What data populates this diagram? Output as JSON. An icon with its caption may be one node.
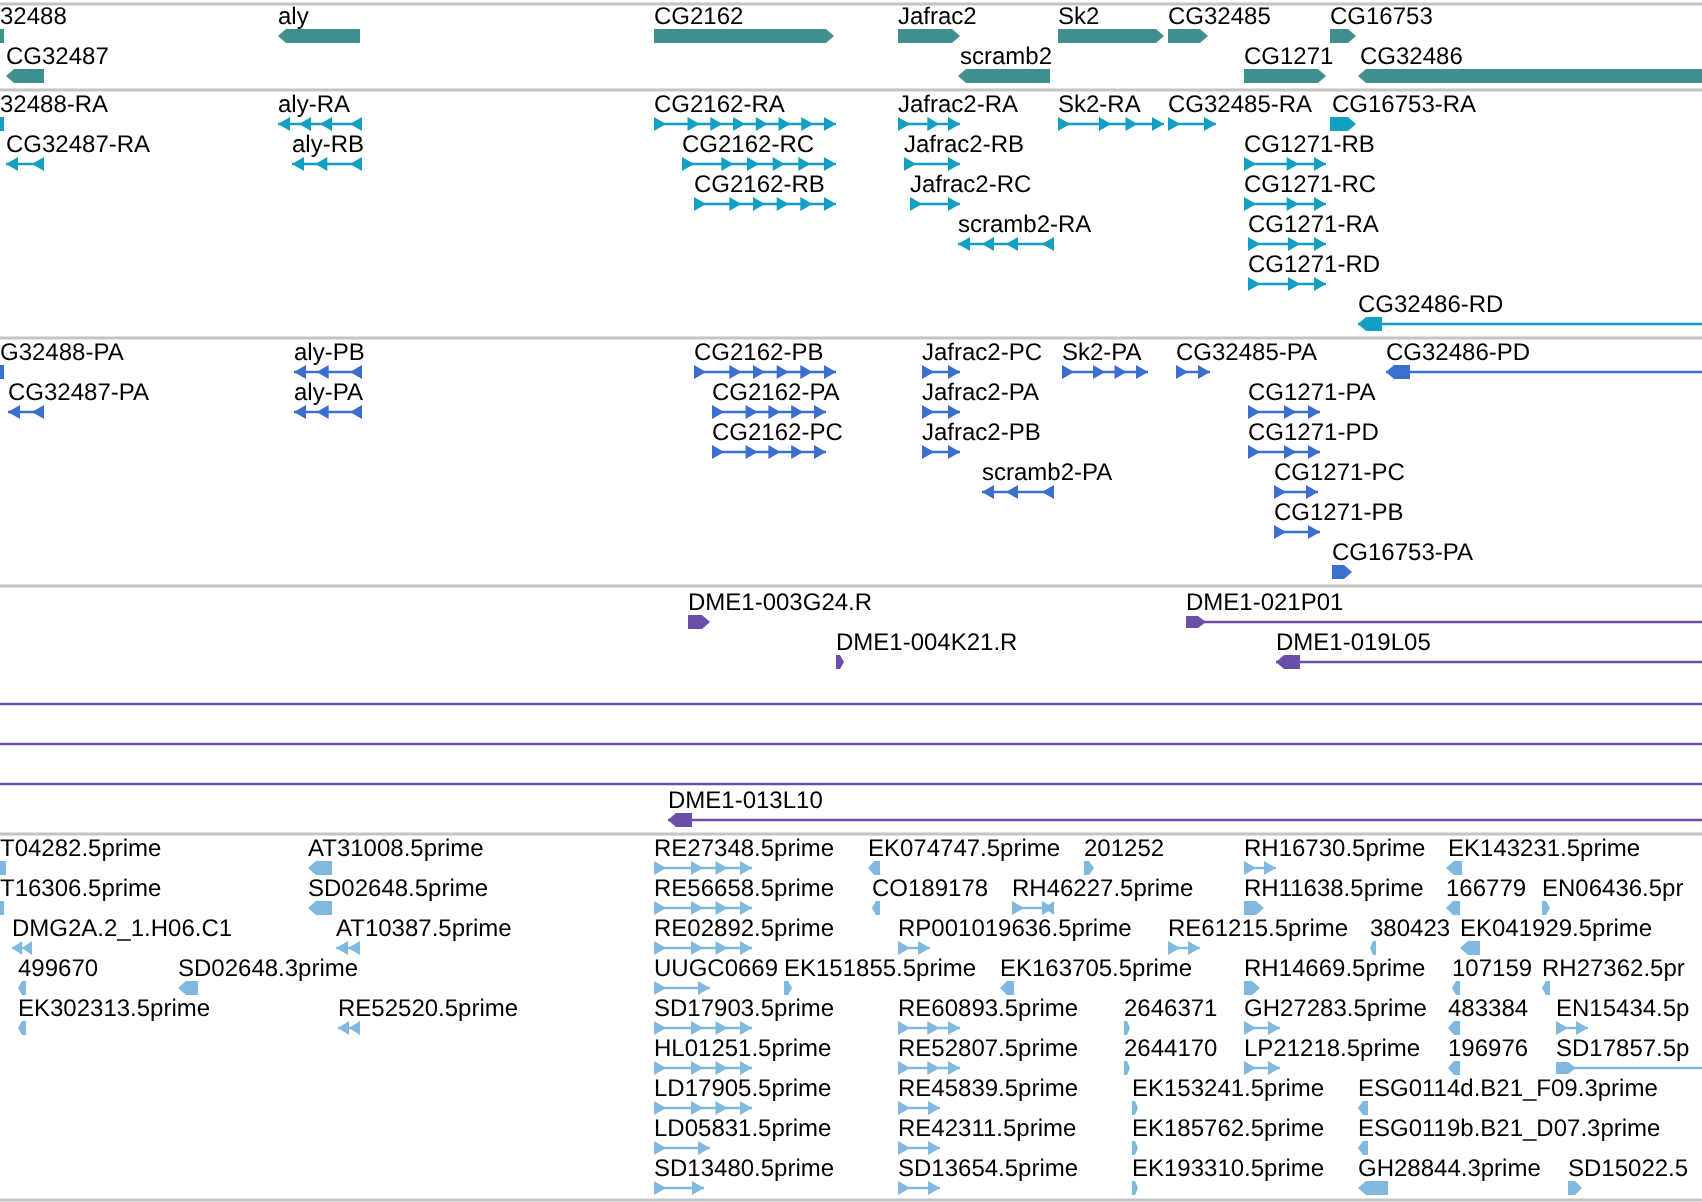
{
  "diagram": {
    "labels": [
      "32488",
      "aly",
      "CG2162",
      "Jafrac2",
      "Sk2",
      "CG32485",
      "CG16753",
      "CG32487",
      "scramb2",
      "CG1271",
      "CG32486",
      "32488-RA",
      "aly-RA",
      "CG2162-RA",
      "Jafrac2-RA",
      "Sk2-RA",
      "CG32485-RA",
      "CG16753-RA",
      "CG32487-RA",
      "aly-RB",
      "CG2162-RC",
      "Jafrac2-RB",
      "CG1271-RB",
      "CG2162-RB",
      "Jafrac2-RC",
      "CG1271-RC",
      "scramb2-RA",
      "CG1271-RA",
      "CG1271-RD",
      "CG32486-RD",
      "G32488-PA",
      "aly-PB",
      "CG2162-PB",
      "Jafrac2-PC",
      "Sk2-PA",
      "CG32485-PA",
      "CG32486-PD",
      "CG32487-PA",
      "aly-PA",
      "CG2162-PA",
      "Jafrac2-PA",
      "CG1271-PA",
      "CG2162-PC",
      "Jafrac2-PB",
      "CG1271-PD",
      "scramb2-PA",
      "CG1271-PC",
      "CG1271-PB",
      "CG16753-PA",
      "DME1-003G24.R",
      "DME1-021P01",
      "DME1-004K21.R",
      "DME1-019L05",
      "DME1-013L10",
      "T04282.5prime",
      "AT31008.5prime",
      "RE27348.5prime",
      "EK074747.5prime",
      "201252",
      "RH16730.5prime",
      "EK143231.5prime",
      "T16306.5prime",
      "SD02648.5prime",
      "RE56658.5prime",
      "CO189178",
      "RH46227.5prime",
      "RH11638.5prime",
      "166779",
      "EN06436.5pr",
      "DMG2A.2_1.H06.C1",
      "AT10387.5prime",
      "RE02892.5prime",
      "RP001019636.5prime",
      "RE61215.5prime",
      "380423",
      "EK041929.5prime",
      "499670",
      "SD02648.3prime",
      "UUGC0669",
      "EK151855.5prime",
      "EK163705.5prime",
      "RH14669.5prime",
      "107159",
      "RH27362.5pr",
      "EK302313.5prime",
      "RE52520.5prime",
      "SD17903.5prime",
      "RE60893.5prime",
      "2646371",
      "GH27283.5prime",
      "483384",
      "EN15434.5p",
      "HL01251.5prime",
      "RE52807.5prime",
      "2644170",
      "LP21218.5prime",
      "196976",
      "SD17857.5p",
      "LD17905.5prime",
      "RE45839.5prime",
      "EK153241.5prime",
      "ESG0114d.B21_F09.3prime",
      "LD05831.5prime",
      "RE42311.5prime",
      "EK185762.5prime",
      "ESG0119b.B21_D07.3prime",
      "SD13480.5prime",
      "SD13654.5prime",
      "EK193310.5prime",
      "GH28844.3prime",
      "SD15022.5"
    ]
  }
}
